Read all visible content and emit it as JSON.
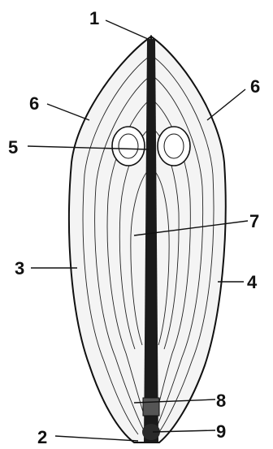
{
  "labels": {
    "l1": "1",
    "l2": "2",
    "l3": "3",
    "l4": "4",
    "l5": "5",
    "l6a": "6",
    "l6b": "6",
    "l7": "7",
    "l8": "8",
    "l9": "9"
  }
}
